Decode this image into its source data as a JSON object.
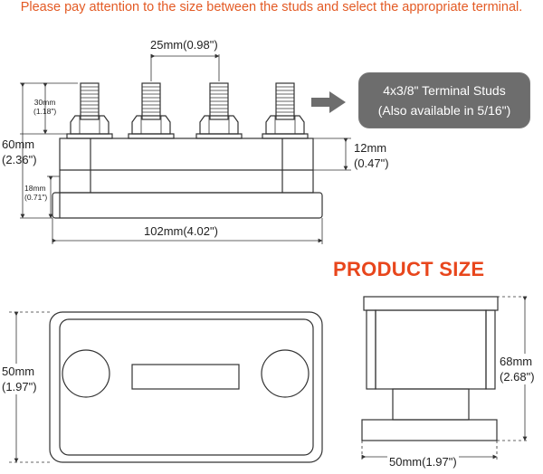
{
  "notice": "Please pay attention to the size between the studs and select the appropriate terminal.",
  "title": "PRODUCT SIZE",
  "callout": {
    "line1": "4x3/8\" Terminal Studs",
    "line2": "(Also available in 5/16\")"
  },
  "dims": {
    "stud_spacing": "25mm(0.98\")",
    "stud_height_mm": "30mm",
    "stud_height_in": "(1.18\")",
    "total_height_mm": "60mm",
    "total_height_in": "(2.36\")",
    "top_height_mm": "12mm",
    "top_height_in": "(0.47\")",
    "base_height_mm": "18mm",
    "base_height_in": "(0.71\")",
    "length": "102mm(4.02\")",
    "width_mm": "50mm",
    "width_in": "(1.97\")",
    "side_height_mm": "68mm",
    "side_height_in": "(2.68\")",
    "side_width": "50mm(1.97\")"
  },
  "colors": {
    "accent": "#e35a24",
    "title": "#e8461c",
    "callout_bg": "#6d6d6d",
    "stroke": "#333333"
  }
}
